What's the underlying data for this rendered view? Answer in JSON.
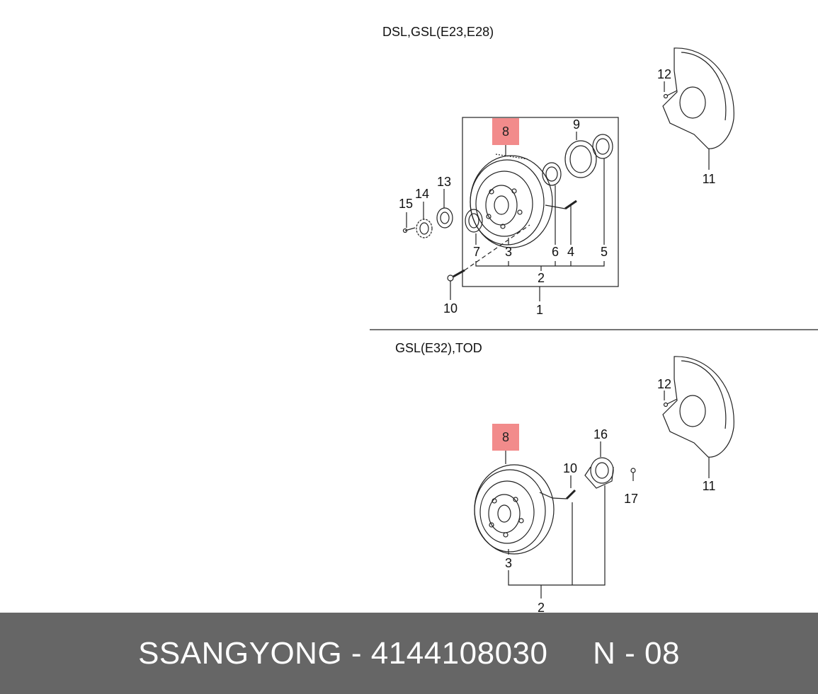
{
  "diagram": {
    "section_top": {
      "title": "DSL,GSL(E23,E28)",
      "highlighted_part": "8",
      "callouts": [
        "1",
        "2",
        "3",
        "4",
        "5",
        "6",
        "7",
        "9",
        "10",
        "11",
        "12",
        "13",
        "14",
        "15"
      ]
    },
    "section_bottom": {
      "title": "GSL(E32),TOD",
      "highlighted_part": "8",
      "callouts": [
        "2",
        "3",
        "10",
        "11",
        "12",
        "16",
        "17"
      ]
    },
    "highlight_color": "#f28b8b"
  },
  "footer": {
    "text": "SSANGYONG - 4144108030     N - 08",
    "background": "#666666"
  }
}
